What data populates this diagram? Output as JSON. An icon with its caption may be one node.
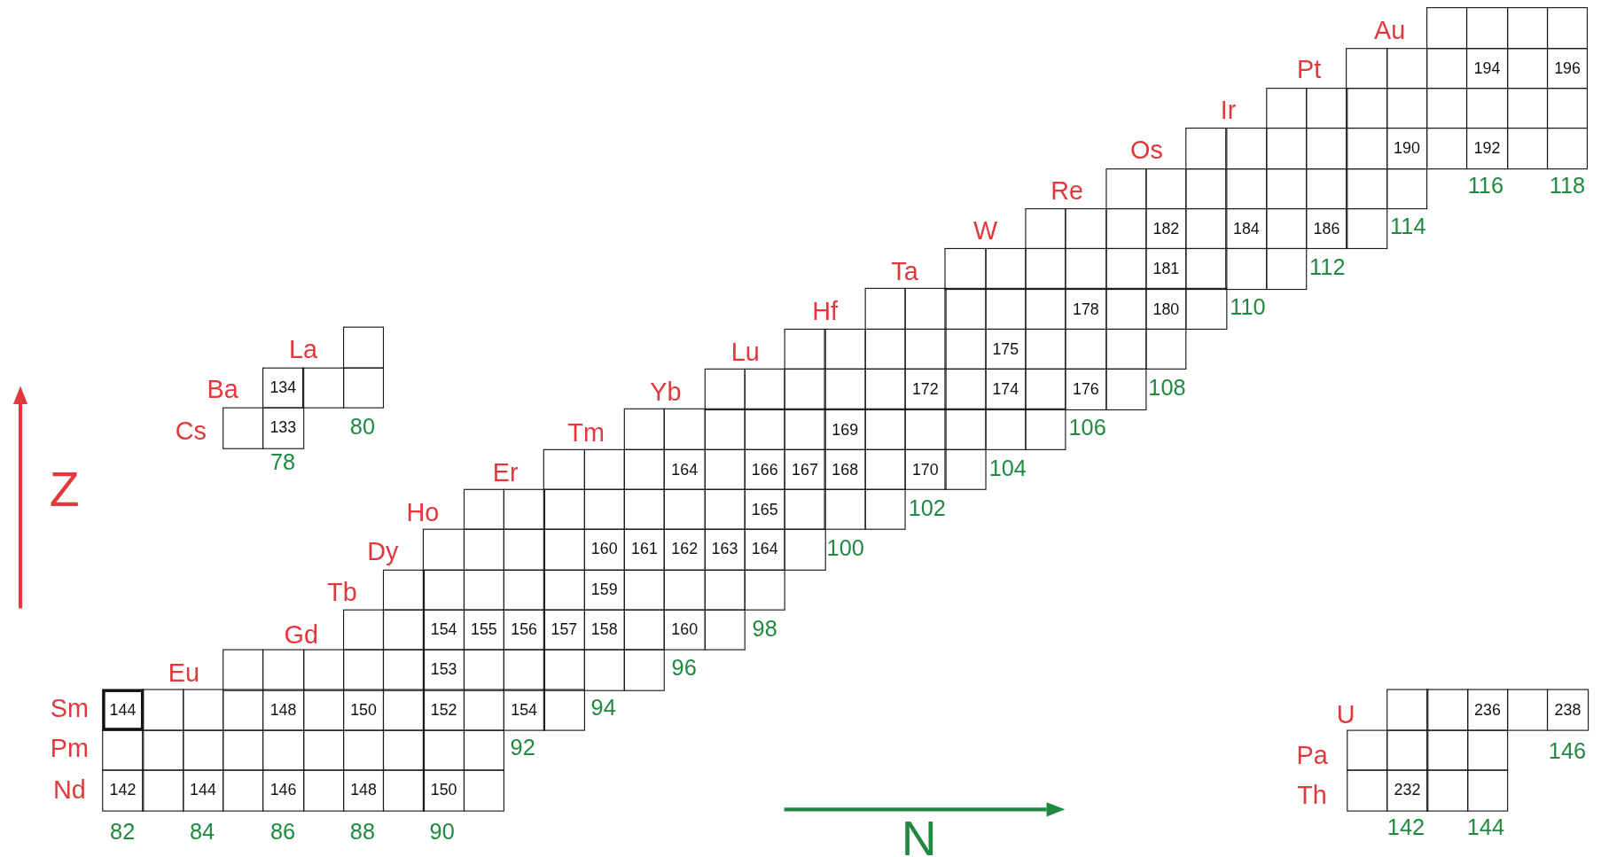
{
  "diagram": {
    "nodes": [
      {
        "text": [],
        "shape": "box"
      },
      {
        "text": [],
        "shape": "box"
      },
      {
        "text": [],
        "shape": "box"
      },
      {
        "text": [],
        "shape": "box"
      },
      {
        "text": [],
        "shape": "box"
      },
      {
        "text": [],
        "shape": "box"
      },
      {
        "text": [],
        "shape": "box"
      },
      {
        "text": [
          "194"
        ]
      },
      {
        "text": [],
        "shape": "box"
      },
      {
        "text": [
          "196"
        ]
      },
      {
        "text": [],
        "shape": "box"
      },
      {
        "text": [],
        "shape": "box"
      },
      {
        "text": [],
        "shape": "box"
      },
      {
        "text": [],
        "shape": "box"
      },
      {
        "text": [],
        "shape": "box"
      },
      {
        "text": [],
        "shape": "box"
      },
      {
        "text": [],
        "shape": "box"
      },
      {
        "text": [],
        "shape": "box"
      },
      {
        "text": [],
        "shape": "box"
      },
      {
        "text": [],
        "shape": "box"
      },
      {
        "text": [],
        "shape": "box"
      },
      {
        "text": [],
        "shape": "box"
      },
      {
        "text": [],
        "shape": "box"
      },
      {
        "text": [
          "190"
        ]
      },
      {
        "text": [],
        "shape": "box"
      },
      {
        "text": [
          "192"
        ]
      },
      {
        "text": [],
        "shape": "box"
      },
      {
        "text": [],
        "shape": "box"
      },
      {
        "text": [],
        "shape": "box"
      },
      {
        "text": [],
        "shape": "box"
      },
      {
        "text": [],
        "shape": "box"
      },
      {
        "text": [],
        "shape": "box"
      },
      {
        "text": [],
        "shape": "box"
      },
      {
        "text": [],
        "shape": "box"
      },
      {
        "text": [],
        "shape": "box"
      },
      {
        "text": [],
        "shape": "box"
      },
      {
        "text": [],
        "shape": "box"
      },
      {
        "text": [],
        "shape": "box"
      },
      {
        "text": [],
        "shape": "box"
      },
      {
        "text": [
          "182"
        ]
      },
      {
        "text": [],
        "shape": "box"
      },
      {
        "text": [
          "184"
        ]
      },
      {
        "text": [],
        "shape": "box"
      },
      {
        "text": [
          "186"
        ]
      },
      {
        "text": [],
        "shape": "box"
      },
      {
        "text": [],
        "shape": "box"
      },
      {
        "text": [],
        "shape": "box"
      },
      {
        "text": [],
        "shape": "box"
      },
      {
        "text": [],
        "shape": "box"
      },
      {
        "text": [],
        "shape": "box"
      },
      {
        "text": [
          "181"
        ]
      },
      {
        "text": [],
        "shape": "box"
      },
      {
        "text": [],
        "shape": "box"
      },
      {
        "text": [],
        "shape": "box"
      },
      {
        "text": [],
        "shape": "box"
      },
      {
        "text": [],
        "shape": "box"
      },
      {
        "text": [],
        "shape": "box"
      },
      {
        "text": [],
        "shape": "box"
      },
      {
        "text": [],
        "shape": "box"
      },
      {
        "text": [
          "178"
        ]
      },
      {
        "text": [],
        "shape": "box"
      },
      {
        "text": [
          "180"
        ]
      },
      {
        "text": [],
        "shape": "box"
      },
      {
        "text": [],
        "shape": "box"
      },
      {
        "text": [],
        "shape": "box"
      },
      {
        "text": [],
        "shape": "box"
      },
      {
        "text": [],
        "shape": "box"
      },
      {
        "text": [],
        "shape": "box"
      },
      {
        "text": [
          "175"
        ]
      },
      {
        "text": [],
        "shape": "box"
      },
      {
        "text": [],
        "shape": "box"
      },
      {
        "text": [],
        "shape": "box"
      },
      {
        "text": [],
        "shape": "box"
      },
      {
        "text": [],
        "shape": "box"
      },
      {
        "text": [],
        "shape": "box"
      },
      {
        "text": [],
        "shape": "box"
      },
      {
        "text": [],
        "shape": "box"
      },
      {
        "text": [],
        "shape": "box"
      },
      {
        "text": [
          "172"
        ]
      },
      {
        "text": [],
        "shape": "box"
      },
      {
        "text": [
          "174"
        ]
      },
      {
        "text": [],
        "shape": "box"
      },
      {
        "text": [
          "176"
        ]
      },
      {
        "text": [],
        "shape": "box"
      },
      {
        "text": [],
        "shape": "box"
      },
      {
        "text": [],
        "shape": "box"
      },
      {
        "text": [],
        "shape": "box"
      },
      {
        "text": [],
        "shape": "box"
      },
      {
        "text": [],
        "shape": "box"
      },
      {
        "text": [
          "169"
        ]
      },
      {
        "text": [],
        "shape": "box"
      },
      {
        "text": [],
        "shape": "box"
      },
      {
        "text": [],
        "shape": "box"
      },
      {
        "text": [],
        "shape": "box"
      },
      {
        "text": [],
        "shape": "box"
      },
      {
        "text": [],
        "shape": "box"
      },
      {
        "text": [],
        "shape": "box"
      },
      {
        "text": [],
        "shape": "box"
      },
      {
        "text": [
          "164"
        ]
      },
      {
        "text": [],
        "shape": "box"
      },
      {
        "text": [
          "166"
        ]
      },
      {
        "text": [
          "167"
        ]
      },
      {
        "text": [
          "168"
        ]
      },
      {
        "text": [],
        "shape": "box"
      },
      {
        "text": [
          "170"
        ]
      },
      {
        "text": [],
        "shape": "box"
      },
      {
        "text": [],
        "shape": "box"
      },
      {
        "text": [],
        "shape": "box"
      },
      {
        "text": [],
        "shape": "box"
      },
      {
        "text": [],
        "shape": "box"
      },
      {
        "text": [],
        "shape": "box"
      },
      {
        "text": [],
        "shape": "box"
      },
      {
        "text": [],
        "shape": "box"
      },
      {
        "text": [
          "165"
        ]
      },
      {
        "text": [],
        "shape": "box"
      },
      {
        "text": [],
        "shape": "box"
      },
      {
        "text": [],
        "shape": "box"
      },
      {
        "text": [],
        "shape": "box"
      },
      {
        "text": [],
        "shape": "box"
      },
      {
        "text": [],
        "shape": "box"
      },
      {
        "text": [],
        "shape": "box"
      },
      {
        "text": [
          "160"
        ]
      },
      {
        "text": [
          "161"
        ]
      },
      {
        "text": [
          "162"
        ]
      },
      {
        "text": [
          "163"
        ]
      },
      {
        "text": [
          "164"
        ]
      },
      {
        "text": [],
        "shape": "box"
      },
      {
        "text": [],
        "shape": "box"
      },
      {
        "text": [],
        "shape": "box"
      },
      {
        "text": [],
        "shape": "box"
      },
      {
        "text": [],
        "shape": "box"
      },
      {
        "text": [],
        "shape": "box"
      },
      {
        "text": [
          "159"
        ]
      },
      {
        "text": [],
        "shape": "box"
      },
      {
        "text": [],
        "shape": "box"
      },
      {
        "text": [],
        "shape": "box"
      },
      {
        "text": [],
        "shape": "box"
      },
      {
        "text": [],
        "shape": "box"
      },
      {
        "text": [],
        "shape": "box"
      },
      {
        "text": [
          "154"
        ]
      },
      {
        "text": [
          "155"
        ]
      },
      {
        "text": [
          "156"
        ]
      },
      {
        "text": [
          "157"
        ]
      },
      {
        "text": [
          "158"
        ]
      },
      {
        "text": [],
        "shape": "box"
      },
      {
        "text": [
          "160"
        ]
      },
      {
        "text": [],
        "shape": "box"
      },
      {
        "text": [],
        "shape": "box"
      },
      {
        "text": [],
        "shape": "box"
      },
      {
        "text": [],
        "shape": "box"
      },
      {
        "text": [],
        "shape": "box"
      },
      {
        "text": [],
        "shape": "box"
      },
      {
        "text": [
          "153"
        ]
      },
      {
        "text": [],
        "shape": "box"
      },
      {
        "text": [],
        "shape": "box"
      },
      {
        "text": [],
        "shape": "box"
      },
      {
        "text": [],
        "shape": "box"
      },
      {
        "text": [],
        "shape": "box"
      },
      {
        "text": [
          "144"
        ]
      },
      {
        "text": [],
        "shape": "box"
      },
      {
        "text": [],
        "shape": "box"
      },
      {
        "text": [],
        "shape": "box"
      },
      {
        "text": [
          "148"
        ]
      },
      {
        "text": [],
        "shape": "box"
      },
      {
        "text": [
          "150"
        ]
      },
      {
        "text": [],
        "shape": "box"
      },
      {
        "text": [
          "152"
        ]
      },
      {
        "text": [],
        "shape": "box"
      },
      {
        "text": [
          "154"
        ]
      },
      {
        "text": [],
        "shape": "box"
      },
      {
        "text": [],
        "shape": "box"
      },
      {
        "text": [],
        "shape": "box"
      },
      {
        "text": [],
        "shape": "box"
      },
      {
        "text": [],
        "shape": "box"
      },
      {
        "text": [],
        "shape": "box"
      },
      {
        "text": [],
        "shape": "box"
      },
      {
        "text": [],
        "shape": "box"
      },
      {
        "text": [],
        "shape": "box"
      },
      {
        "text": [],
        "shape": "box"
      },
      {
        "text": [],
        "shape": "box"
      },
      {
        "text": [
          "142"
        ]
      },
      {
        "text": [],
        "shape": "box"
      },
      {
        "text": [
          "144"
        ]
      },
      {
        "text": [],
        "shape": "box"
      },
      {
        "text": [
          "146"
        ]
      },
      {
        "text": [],
        "shape": "box"
      },
      {
        "text": [
          "148"
        ]
      },
      {
        "text": [],
        "shape": "box"
      },
      {
        "text": [
          "150"
        ]
      },
      {
        "text": [],
        "shape": "box"
      },
      {
        "text": [],
        "shape": "box"
      },
      {
        "text": [
          "134"
        ]
      },
      {
        "text": [],
        "shape": "box"
      },
      {
        "text": [],
        "shape": "box"
      },
      {
        "text": [],
        "shape": "box"
      },
      {
        "text": [
          "133"
        ]
      },
      {
        "text": [],
        "shape": "box"
      },
      {
        "text": [],
        "shape": "box"
      },
      {
        "text": [
          "236"
        ]
      },
      {
        "text": [],
        "shape": "box"
      },
      {
        "text": [
          "238"
        ]
      },
      {
        "text": [],
        "shape": "box"
      },
      {
        "text": [],
        "shape": "box"
      },
      {
        "text": [],
        "shape": "box"
      },
      {
        "text": [],
        "shape": "box"
      },
      {
        "text": [],
        "shape": "box"
      },
      {
        "text": [
          "232"
        ]
      },
      {
        "text": [],
        "shape": "box"
      },
      {
        "text": [],
        "shape": "box"
      }
    ],
    "labels": [
      "Au",
      "Pt",
      "Ir",
      "Os",
      "116",
      "118",
      "Re",
      "114",
      "W",
      "112",
      "Ta",
      "110",
      "Hf",
      "La",
      "Lu",
      "108",
      "Ba",
      "Yb",
      "80",
      "106",
      "Cs",
      "Tm",
      "78",
      "104",
      "Er",
      "Z",
      "102",
      "Ho",
      "100",
      "Dy",
      "Tb",
      "98",
      "Gd",
      "96",
      "Eu",
      "Sm",
      "94",
      "U",
      "92",
      "Pm",
      "146",
      "Pa",
      "Nd",
      "Th",
      "142",
      "144",
      "82",
      "84",
      "86",
      "88",
      "90",
      "N"
    ]
  }
}
